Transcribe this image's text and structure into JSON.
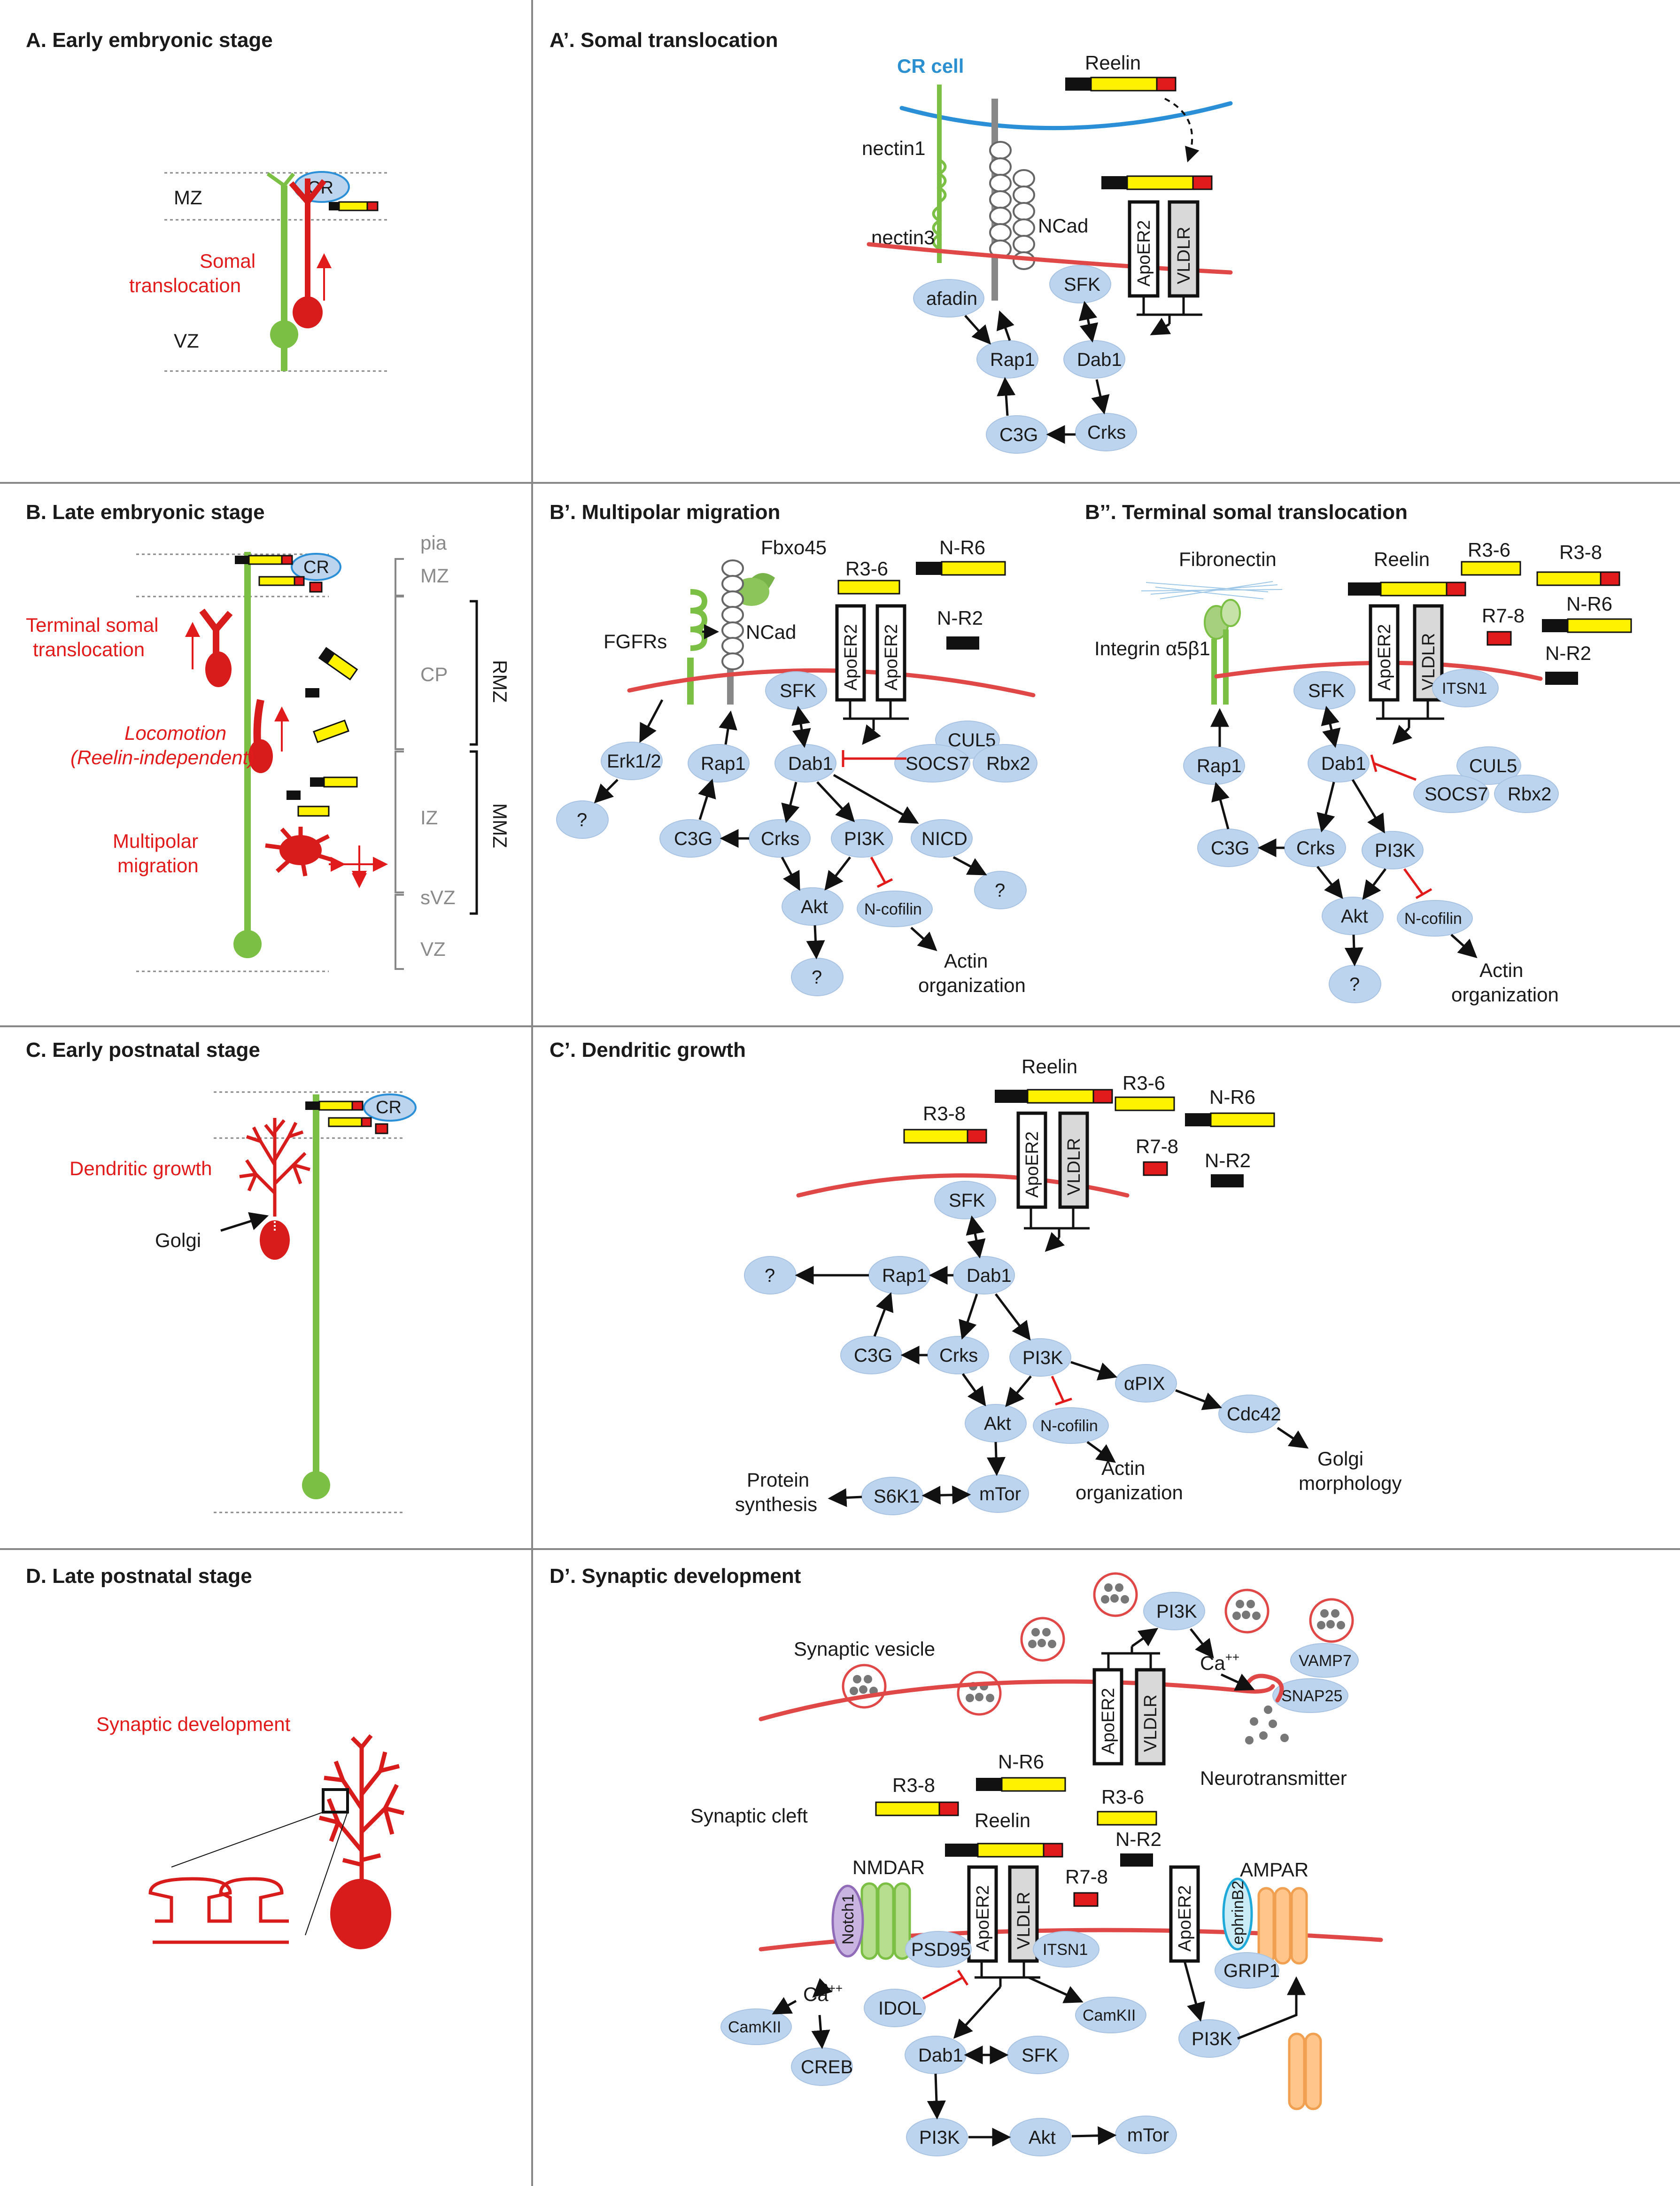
{
  "panels": {
    "A": {
      "title": "A. Early embryonic stage",
      "mz": "MZ",
      "vz": "VZ",
      "cr": "CR",
      "process": "Somal\ntranslocation"
    },
    "A2": {
      "title": "A’. Somal translocation",
      "cr_cell": "CR cell",
      "reelin": "Reelin",
      "nectin1": "nectin1",
      "nectin3": "nectin3",
      "ncad": "NCad",
      "apoer2": "ApoER2",
      "vldlr": "VLDLR",
      "afadin": "afadin",
      "sfk": "SFK",
      "rap1": "Rap1",
      "dab1": "Dab1",
      "c3g": "C3G",
      "crks": "Crks"
    },
    "B": {
      "title": "B. Late embryonic stage",
      "pia": "pia",
      "mz": "MZ",
      "cp": "CP",
      "iz": "IZ",
      "svz": "sVZ",
      "vz": "VZ",
      "rmz": "RMZ",
      "mmz": "MMZ",
      "cr": "CR",
      "terminal": "Terminal somal\ntranslocation",
      "locomotion": "Locomotion\n(Reelin-independent)",
      "multipolar": "Multipolar\nmigration"
    },
    "B2": {
      "title": "B’. Multipolar migration",
      "fbxo45": "Fbxo45",
      "fgfrs": "FGFRs",
      "ncad": "NCad",
      "r36": "R3-6",
      "nr6": "N-R6",
      "nr2": "N-R2",
      "apoer2": "ApoER2",
      "sfk": "SFK",
      "cul5": "CUL5",
      "socs7": "SOCS7",
      "rbx2": "Rbx2",
      "erk": "Erk1/2",
      "rap1": "Rap1",
      "dab1": "Dab1",
      "q": "?",
      "c3g": "C3G",
      "crks": "Crks",
      "pi3k": "PI3K",
      "nicd": "NICD",
      "akt": "Akt",
      "ncofilin": "N-cofilin",
      "actin": "Actin\norganization"
    },
    "B3": {
      "title": "B’’. Terminal somal translocation",
      "fibronectin": "Fibronectin",
      "reelin": "Reelin",
      "r36": "R3-6",
      "r38": "R3-8",
      "r78": "R7-8",
      "nr6": "N-R6",
      "nr2": "N-R2",
      "integrin": "Integrin α5β1",
      "apoer2": "ApoER2",
      "vldlr": "VLDLR",
      "itsn1": "ITSN1",
      "sfk": "SFK",
      "rap1": "Rap1",
      "dab1": "Dab1",
      "cul5": "CUL5",
      "socs7": "SOCS7",
      "rbx2": "Rbx2",
      "c3g": "C3G",
      "crks": "Crks",
      "pi3k": "PI3K",
      "akt": "Akt",
      "ncofilin": "N-cofilin",
      "q": "?",
      "actin": "Actin\norganization"
    },
    "C": {
      "title": "C. Early postnatal stage",
      "cr": "CR",
      "dendritic": "Dendritic growth",
      "golgi": "Golgi"
    },
    "C2": {
      "title": "C’. Dendritic growth",
      "reelin": "Reelin",
      "r38": "R3-8",
      "r36": "R3-6",
      "nr6": "N-R6",
      "r78": "R7-8",
      "nr2": "N-R2",
      "apoer2": "ApoER2",
      "vldlr": "VLDLR",
      "sfk": "SFK",
      "q": "?",
      "rap1": "Rap1",
      "dab1": "Dab1",
      "c3g": "C3G",
      "crks": "Crks",
      "pi3k": "PI3K",
      "apix": "αPIX",
      "cdc42": "Cdc42",
      "akt": "Akt",
      "ncofilin": "N-cofilin",
      "actin": "Actin\norganization",
      "golgi": "Golgi\nmorphology",
      "protein": "Protein\nsynthesis",
      "s6k1": "S6K1",
      "mtor": "mTor"
    },
    "D": {
      "title": "D. Late postnatal stage",
      "synaptic": "Synaptic development"
    },
    "D2": {
      "title": "D’. Synaptic development",
      "vesicle": "Synaptic vesicle",
      "pi3k": "PI3K",
      "ca": "Ca",
      "caplus": "++",
      "vamp7": "VAMP7",
      "snap25": "SNAP25",
      "apoer2": "ApoER2",
      "vldlr": "VLDLR",
      "neurotransmitter": "Neurotransmitter",
      "nr6": "N-R6",
      "r38": "R3-8",
      "r36": "R3-6",
      "cleft": "Synaptic cleft",
      "reelin": "Reelin",
      "nr2": "N-R2",
      "r78": "R7-8",
      "nmdar": "NMDAR",
      "ampar": "AMPAR",
      "notch1": "Notch1",
      "ephrinb2": "ephrinB2",
      "psd95": "PSD95",
      "itsn1": "ITSN1",
      "grip1": "GRIP1",
      "camkii": "CamKII",
      "idol": "IDOL",
      "creb": "CREB",
      "dab1": "Dab1",
      "sfk": "SFK",
      "akt": "Akt",
      "mtor": "mTor"
    }
  },
  "colors": {
    "radial_glia": "#7bbf45",
    "neuron": "#d81c1c",
    "node": "#bcd4ee",
    "membrane": "#e04848",
    "pia": "#2a8fd6",
    "reelin_yellow": "#fff200",
    "inhibition": "#e11b1b"
  }
}
